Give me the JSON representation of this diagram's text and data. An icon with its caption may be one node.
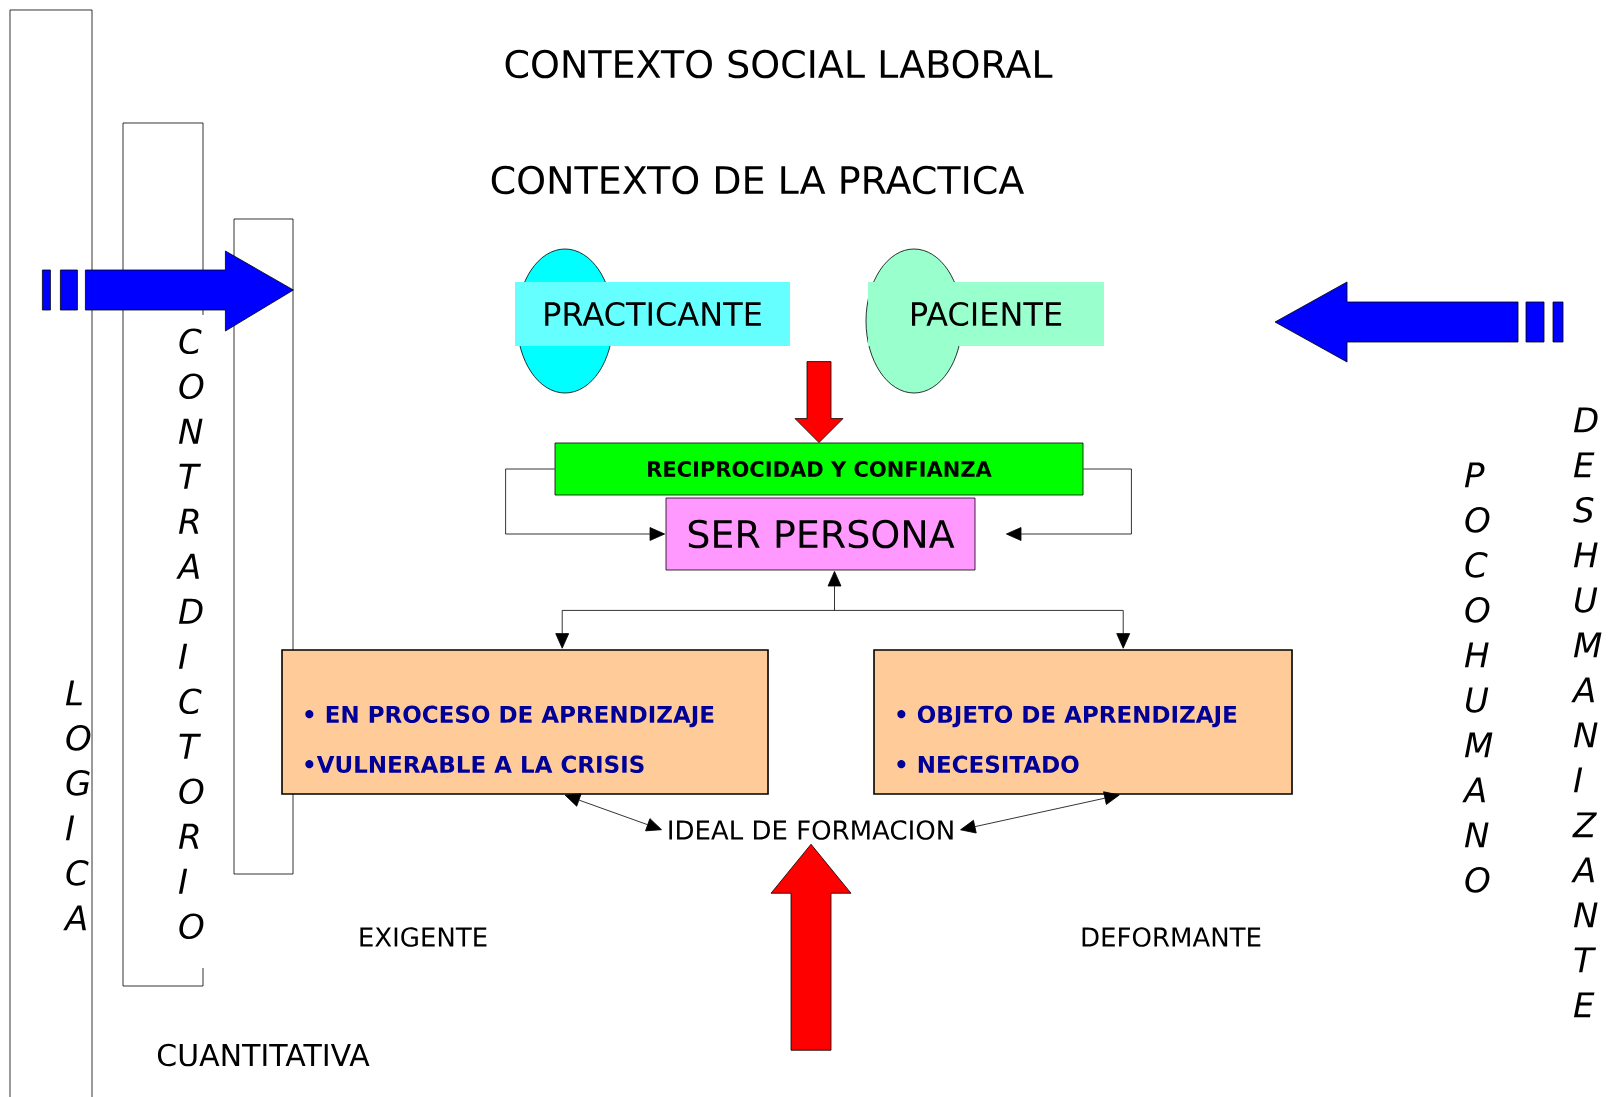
{
  "diagram": {
    "nodes": [
      {
        "text": [
          "LOGICA"
        ]
      },
      {
        "text": [
          "CONTRADICTORIO"
        ]
      },
      {
        "text": [],
        "shape": "box"
      },
      {
        "text": [
          "PRACTICANTE"
        ]
      },
      {
        "text": [
          "PACIENTE"
        ]
      },
      {
        "text": [
          "RECIPROCIDAD Y CONFIANZA"
        ]
      },
      {
        "text": [
          "SER PERSONA"
        ]
      },
      {
        "text": [
          "• EN PROCESO DE APRENDIZAJE",
          "•VULNERABLE A LA CRISIS"
        ]
      },
      {
        "text": [
          "• OBJETO DE APRENDIZAJE",
          "• NECESITADO"
        ]
      },
      {
        "text": [
          "IDEAL DE FORMACION"
        ]
      }
    ],
    "edges": [
      {
        "from": null,
        "to": 5,
        "arrow": "to",
        "style": "thick",
        "color": "#ff0000"
      },
      {
        "from": 5,
        "to": 6,
        "arrow": "to"
      },
      {
        "from": 5,
        "to": 6,
        "arrow": "to"
      },
      {
        "from": 6,
        "to": 7,
        "arrow": "both"
      },
      {
        "from": 6,
        "to": 8,
        "arrow": "both"
      },
      {
        "from": 7,
        "to": 9,
        "arrow": "both"
      },
      {
        "from": 8,
        "to": 9,
        "arrow": "both"
      },
      {
        "from": null,
        "to": 9,
        "arrow": "to",
        "style": "thick",
        "color": "#ff0000"
      },
      {
        "from": null,
        "to": 2,
        "arrow": "to",
        "style": "thick",
        "color": "#0000ff"
      }
    ],
    "labels": [
      "CONTEXTO SOCIAL LABORAL",
      "CONTEXTO DE LA PRACTICA",
      "POCO HUMANO",
      "DESHUMANIZANTE",
      "EXIGENTE",
      "DEFORMANTE",
      "CUANTITATIVA"
    ]
  }
}
